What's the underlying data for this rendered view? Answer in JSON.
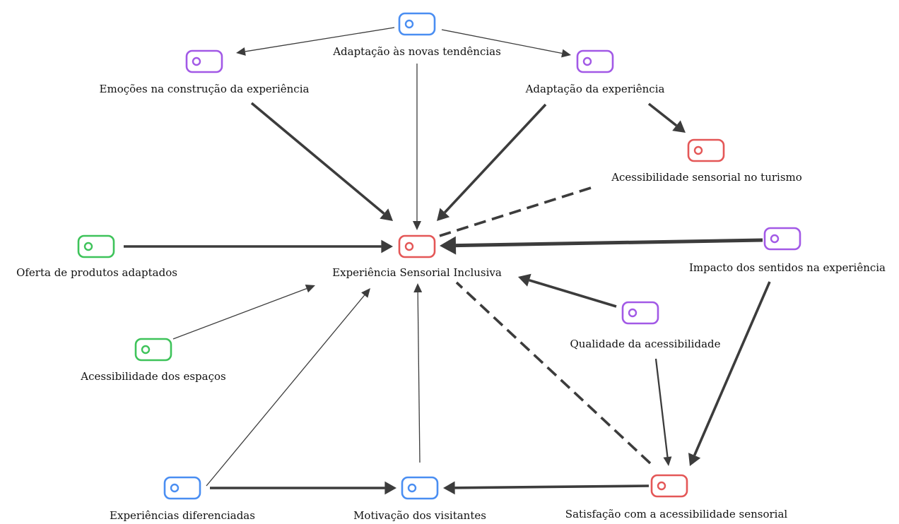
{
  "colors": {
    "blue": "#4a8ef2",
    "purple": "#a259e6",
    "red": "#e45757",
    "green": "#3ec35a",
    "edge": "#3c3c3c"
  },
  "nodes": [
    {
      "id": "adaptacao-tendencias",
      "label": "Adaptação às novas tendências",
      "color": "blue"
    },
    {
      "id": "emocoes",
      "label": "Emoções na construção da experiência",
      "color": "purple"
    },
    {
      "id": "adaptacao-experiencia",
      "label": "Adaptação da experiência",
      "color": "purple"
    },
    {
      "id": "acess-sensorial-turismo",
      "label": "Acessibilidade sensorial no turismo",
      "color": "red"
    },
    {
      "id": "oferta-produtos",
      "label": "Oferta de produtos adaptados",
      "color": "green"
    },
    {
      "id": "experiencia-sensorial",
      "label": "Experiência Sensorial Inclusiva",
      "color": "red"
    },
    {
      "id": "impacto-sentidos",
      "label": "Impacto dos sentidos na experiência",
      "color": "purple"
    },
    {
      "id": "qualidade-acess",
      "label": "Qualidade da acessibilidade",
      "color": "purple"
    },
    {
      "id": "acess-espacos",
      "label": "Acessibilidade dos espaços",
      "color": "green"
    },
    {
      "id": "experiencias-dif",
      "label": "Experiências diferenciadas",
      "color": "blue"
    },
    {
      "id": "motivacao",
      "label": "Motivação dos visitantes",
      "color": "blue"
    },
    {
      "id": "satisfacao",
      "label": "Satisfação com a acessibilidade sensorial",
      "color": "red"
    }
  ],
  "edges": [
    {
      "from": "adaptacao-tendencias",
      "to": "emocoes",
      "weight": "thin",
      "style": "solid",
      "arrow": true
    },
    {
      "from": "adaptacao-tendencias",
      "to": "adaptacao-experiencia",
      "weight": "thin",
      "style": "solid",
      "arrow": true
    },
    {
      "from": "adaptacao-tendencias",
      "to": "experiencia-sensorial",
      "weight": "thin",
      "style": "solid",
      "arrow": true
    },
    {
      "from": "emocoes",
      "to": "experiencia-sensorial",
      "weight": "bold",
      "style": "solid",
      "arrow": true
    },
    {
      "from": "adaptacao-experiencia",
      "to": "experiencia-sensorial",
      "weight": "bold",
      "style": "solid",
      "arrow": true
    },
    {
      "from": "adaptacao-experiencia",
      "to": "acess-sensorial-turismo",
      "weight": "bold",
      "style": "solid",
      "arrow": true
    },
    {
      "from": "acess-sensorial-turismo",
      "to": "experiencia-sensorial",
      "weight": "bold",
      "style": "dashed",
      "arrow": false
    },
    {
      "from": "oferta-produtos",
      "to": "experiencia-sensorial",
      "weight": "bold",
      "style": "solid",
      "arrow": true
    },
    {
      "from": "impacto-sentidos",
      "to": "experiencia-sensorial",
      "weight": "heavy",
      "style": "solid",
      "arrow": true
    },
    {
      "from": "impacto-sentidos",
      "to": "satisfacao",
      "weight": "bold",
      "style": "solid",
      "arrow": true
    },
    {
      "from": "qualidade-acess",
      "to": "experiencia-sensorial",
      "weight": "bold",
      "style": "solid",
      "arrow": true
    },
    {
      "from": "qualidade-acess",
      "to": "satisfacao",
      "weight": "medium",
      "style": "solid",
      "arrow": true
    },
    {
      "from": "acess-espacos",
      "to": "experiencia-sensorial",
      "weight": "thin",
      "style": "solid",
      "arrow": true
    },
    {
      "from": "experiencias-dif",
      "to": "experiencia-sensorial",
      "weight": "thin",
      "style": "solid",
      "arrow": true
    },
    {
      "from": "experiencias-dif",
      "to": "motivacao",
      "weight": "bold",
      "style": "solid",
      "arrow": true
    },
    {
      "from": "motivacao",
      "to": "experiencia-sensorial",
      "weight": "thin",
      "style": "solid",
      "arrow": true
    },
    {
      "from": "satisfacao",
      "to": "motivacao",
      "weight": "bold",
      "style": "solid",
      "arrow": true
    },
    {
      "from": "satisfacao",
      "to": "experiencia-sensorial",
      "weight": "bold",
      "style": "dashed",
      "arrow": false
    }
  ]
}
